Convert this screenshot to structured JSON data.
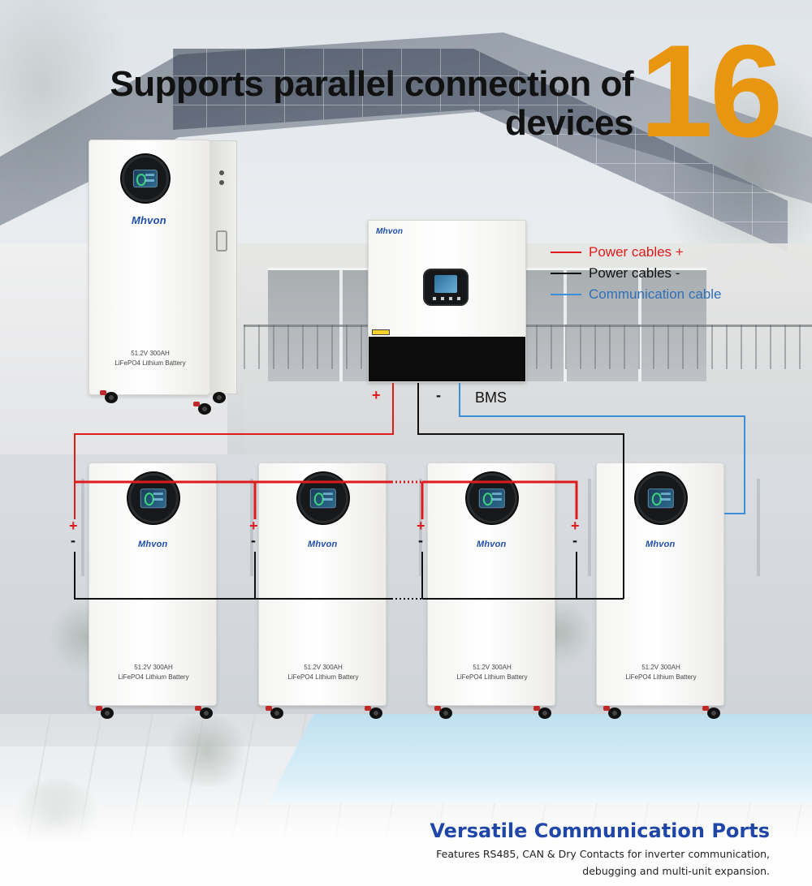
{
  "headline": {
    "line1": "Supports parallel connection of",
    "line2": "devices",
    "number": "16"
  },
  "legend": [
    {
      "label": "Power cables +",
      "color": "#e01b1b",
      "text_color": "#e01b1b"
    },
    {
      "label": "Power cables -",
      "color": "#111111",
      "text_color": "#111111"
    },
    {
      "label": "Communication cable",
      "color": "#3a8fd8",
      "text_color": "#2f6fb8"
    }
  ],
  "inverter": {
    "brand": "Mhvon"
  },
  "labels": {
    "plus": "+",
    "minus": "-",
    "bms": "BMS"
  },
  "hero_battery": {
    "brand": "Mhvon",
    "spec_line1": "51.2V 300AH",
    "spec_line2": "LiFePO4 Lithium Battery"
  },
  "batteries": [
    {
      "brand": "Mhvon",
      "spec_line1": "51.2V 300AH",
      "spec_line2": "LiFePO4 Lithium Battery"
    },
    {
      "brand": "Mhvon",
      "spec_line1": "51.2V 300AH",
      "spec_line2": "LiFePO4 Lithium Battery"
    },
    {
      "brand": "Mhvon",
      "spec_line1": "51.2V 300AH",
      "spec_line2": "LiFePO4 Lithium Battery"
    },
    {
      "brand": "Mhvon",
      "spec_line1": "51.2V 300AH",
      "spec_line2": "LiFePO4 Lithium Battery"
    }
  ],
  "footer": {
    "title": "Versatile Communication Ports",
    "line1": "Features RS485, CAN & Dry Contacts for inverter communication,",
    "line2": "debugging and multi-unit expansion."
  },
  "colors": {
    "accent_number": "#e8950f",
    "footer_title": "#2046a8",
    "brand": "#1f4fa8"
  }
}
